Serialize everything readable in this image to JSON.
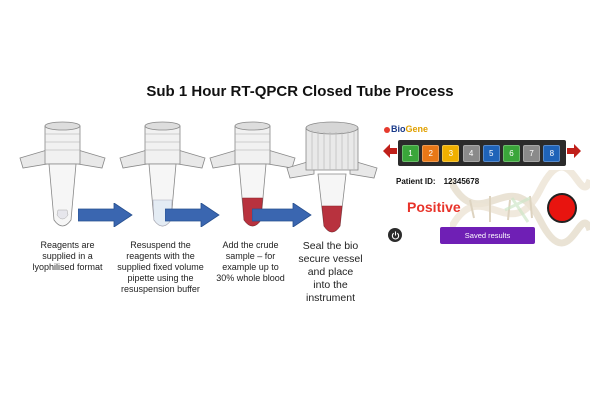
{
  "title": "Sub 1 Hour RT-QPCR Closed Tube Process",
  "steps": [
    {
      "lines": [
        "Reagents are",
        "supplied in a",
        "lyophilised format"
      ]
    },
    {
      "lines": [
        "Resuspend the",
        "reagents with the",
        "supplied fixed volume",
        "pipette using the",
        "resuspension buffer"
      ]
    },
    {
      "lines": [
        "Add the crude",
        "sample – for",
        "example up to",
        "30% whole blood"
      ]
    },
    {
      "lines": [
        "Seal the bio",
        "secure vessel",
        "and place",
        "into the",
        "instrument"
      ]
    }
  ],
  "panel": {
    "logo": {
      "part1": "Bio",
      "part2": "Gene"
    },
    "wells": [
      {
        "label": "1",
        "color": "#3aa63a"
      },
      {
        "label": "2",
        "color": "#e87817"
      },
      {
        "label": "3",
        "color": "#f0b000"
      },
      {
        "label": "4",
        "color": "#8a8a8a"
      },
      {
        "label": "5",
        "color": "#1f63b8"
      },
      {
        "label": "6",
        "color": "#3aa63a"
      },
      {
        "label": "7",
        "color": "#8a8a8a"
      },
      {
        "label": "8",
        "color": "#1f63b8"
      }
    ],
    "patient_label": "Patient ID:",
    "patient_id": "12345678",
    "result": "Positive",
    "saved_button": "Saved results",
    "colors": {
      "arrow": "#c0201a",
      "result_dot": "#e8140f",
      "button": "#6f1fb5",
      "flow_arrow": "#3a66b0"
    }
  }
}
